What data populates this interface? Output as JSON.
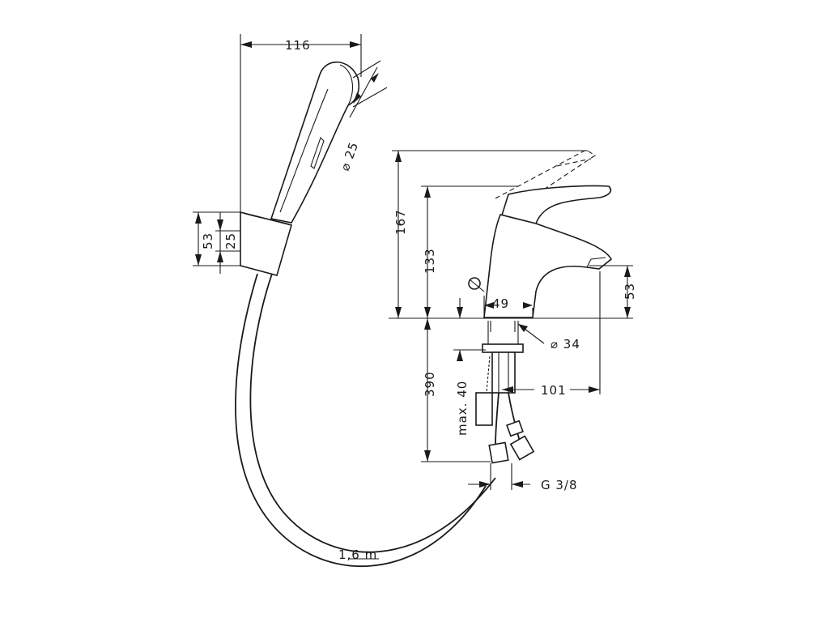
{
  "dimensions": {
    "handshower_width": "116",
    "nozzle_diameter": "⌀ 25",
    "holder_height": "53",
    "holder_inner": "25",
    "total_height": "167",
    "spout_height": "133",
    "spout_clearance": "53",
    "base_width": "49",
    "shank_diameter": "⌀ 34",
    "shank_length": "390",
    "max_thickness": "max. 40",
    "spout_reach": "101",
    "thread": "G 3/8",
    "hose_length": "1,6 m"
  },
  "colors": {
    "line": "#1a1a1a",
    "background": "#ffffff"
  }
}
